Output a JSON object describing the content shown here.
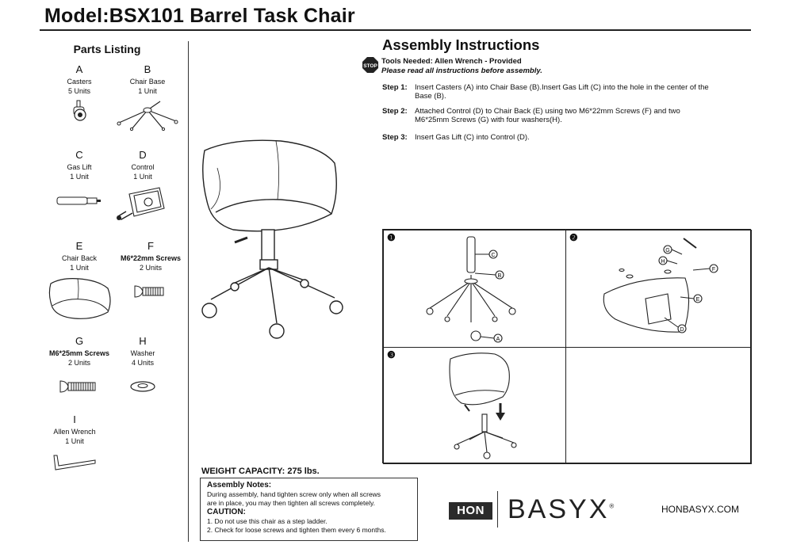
{
  "header": {
    "model_title": "Model:BSX101   Barrel Task Chair"
  },
  "parts": {
    "heading": "Parts Listing",
    "items": [
      {
        "letter": "A",
        "name": "Casters",
        "qty": "5 Units"
      },
      {
        "letter": "B",
        "name": "Chair Base",
        "qty": "1 Unit"
      },
      {
        "letter": "C",
        "name": "Gas Lift",
        "qty": "1 Unit"
      },
      {
        "letter": "D",
        "name": "Control",
        "qty": "1 Unit"
      },
      {
        "letter": "E",
        "name": "Chair Back",
        "qty": "1 Unit"
      },
      {
        "letter": "F",
        "name": "M6*22mm  Screws",
        "qty": "2 Units"
      },
      {
        "letter": "G",
        "name": "M6*25mm  Screws",
        "qty": "2 Units"
      },
      {
        "letter": "H",
        "name": "Washer",
        "qty": "4 Units"
      },
      {
        "letter": "I",
        "name": "Allen Wrench",
        "qty": "1 Unit"
      }
    ]
  },
  "assembly": {
    "heading": "Assembly Instructions",
    "stop_icon_text": "STOP",
    "tools_needed": "Tools Needed: Allen Wrench - Provided",
    "read_note": "Please read all instructions before assembly.",
    "steps": [
      {
        "label": "Step 1:",
        "text": "Insert Casters (A) into Chair Base (B).Insert Gas Lift (C) into the hole in the center of the Base (B)."
      },
      {
        "label": "Step 2:",
        "text": "Attached Control  (D) to Chair Back (E) using two M6*22mm Screws (F) and two M6*25mm Screws (G) with four washers(H)."
      },
      {
        "label": "Step 3:",
        "text": "Insert Gas Lift (C) into Control (D)."
      }
    ],
    "diagram_numbers": [
      "❶",
      "❷",
      "❸"
    ],
    "callouts": {
      "c": "C",
      "b": "B",
      "a": "A",
      "g": "G",
      "h": "H",
      "f": "F",
      "e": "E",
      "d": "D"
    }
  },
  "weight_capacity": "WEIGHT CAPACITY: 275 lbs.",
  "notes": {
    "heading": "Assembly Notes:",
    "line1": "During assembly, hand tighten screw only when all screws",
    "line2": "are in place, you may then tighten all screws completely.",
    "caution_heading": "CAUTION:",
    "caution1": "1. Do not use this chair as a step ladder.",
    "caution2": "2. Check for loose screws and tighten them every 6 months."
  },
  "brand": {
    "hon": "HON",
    "basyx": "BASYX",
    "registered": "®",
    "website": "HONBASYX.COM"
  }
}
